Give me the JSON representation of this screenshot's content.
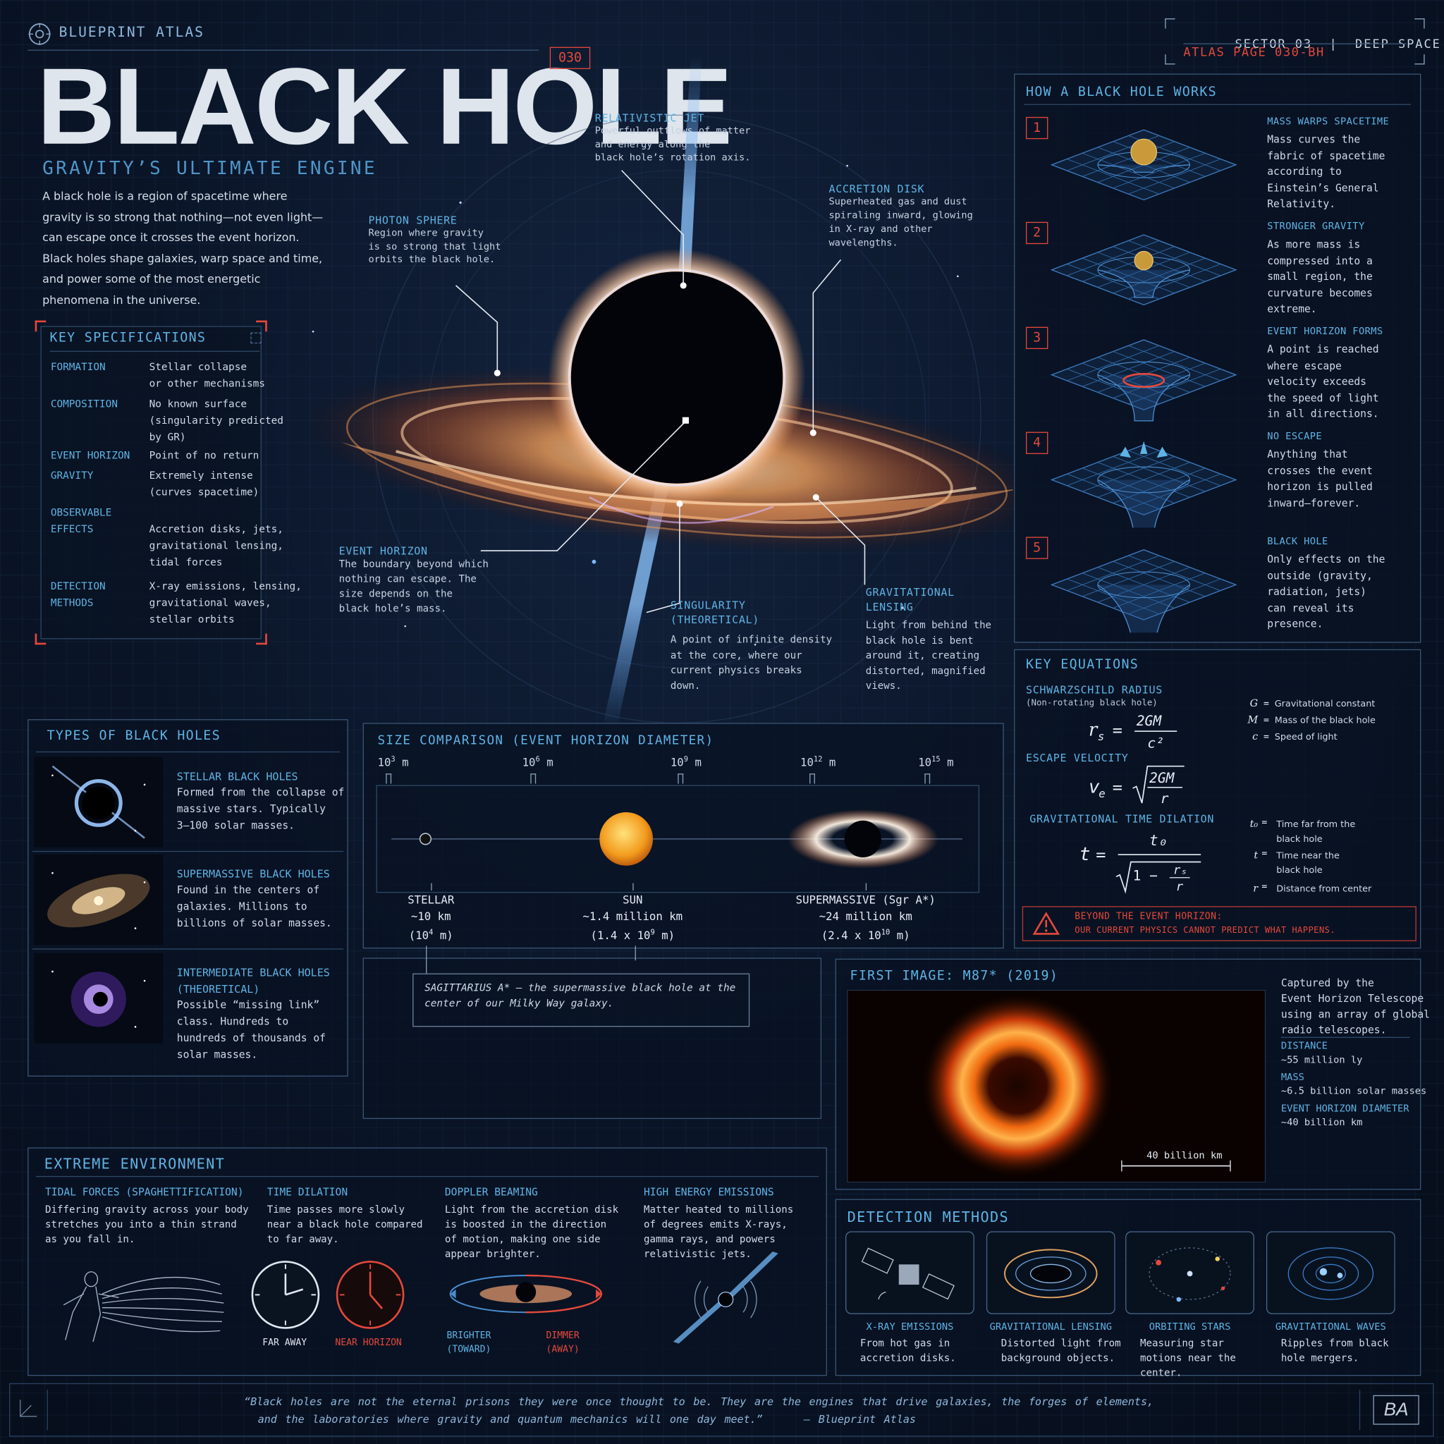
{
  "header": {
    "brand": "BLUEPRINT ATLAS",
    "title": "BLACK HOLE",
    "page_badge": "030",
    "subtitle": "GRAVITY’S ULTIMATE ENGINE",
    "intro": "A black hole is a region of spacetime where gravity is so strong that nothing—not even light—can escape once it crosses the event horizon. Black holes shape galaxies, warp space and time, and power some of the most energetic phenomena in the universe.",
    "sector": "SECTOR 03",
    "sector_sep": "|",
    "sector_name": "DEEP SPACE",
    "atlas_page": "ATLAS PAGE 030-BH"
  },
  "specs": {
    "title": "KEY SPECIFICATIONS",
    "rows": [
      {
        "label": "FORMATION",
        "value": "Stellar collapse\nor other mechanisms"
      },
      {
        "label": "COMPOSITION",
        "value": "No known surface\n(singularity predicted\nby GR)"
      },
      {
        "label": "EVENT HORIZON",
        "value": "Point of no return"
      },
      {
        "label": "GRAVITY",
        "value": "Extremely intense\n(curves spacetime)"
      },
      {
        "label": "OBSERVABLE\nEFFECTS",
        "value": "\nAccretion disks, jets,\ngravitational lensing,\ntidal forces"
      },
      {
        "label": "DETECTION\nMETHODS",
        "value": "X-ray emissions, lensing,\ngravitational waves,\nstellar orbits"
      }
    ]
  },
  "callouts": {
    "jet": {
      "title": "RELATIVISTIC JET",
      "text": "Powerful outflows of matter\nand energy along the\nblack hole’s rotation axis."
    },
    "photon": {
      "title": "PHOTON SPHERE",
      "text": "Region where gravity\nis so strong that light\norbits the black hole."
    },
    "disk": {
      "title": "ACCRETION DISK",
      "text": "Superheated gas and dust\nspiraling inward, glowing\nin X-ray and other\nwavelengths."
    },
    "horizon": {
      "title": "EVENT HORIZON",
      "text": "The boundary beyond which\nnothing can escape. The\nsize depends on the\nblack hole’s mass."
    },
    "singularity": {
      "title": "SINGULARITY\n(THEORETICAL)",
      "text": "A point of infinite density\nat the core, where our\ncurrent physics breaks\ndown."
    },
    "lensing": {
      "title": "GRAVITATIONAL\nLENSING",
      "text": "Light from behind the\nblack hole is bent\naround it, creating\ndistorted, magnified\nviews."
    }
  },
  "works": {
    "title": "HOW A BLACK HOLE WORKS",
    "steps": [
      {
        "n": "1",
        "title": "MASS WARPS SPACETIME",
        "text": "Mass curves the\nfabric of spacetime\naccording to\nEinstein’s General\nRelativity."
      },
      {
        "n": "2",
        "title": "STRONGER GRAVITY",
        "text": "As more mass is\ncompressed into a\nsmall region, the\ncurvature becomes\nextreme."
      },
      {
        "n": "3",
        "title": "EVENT HORIZON FORMS",
        "text": "A point is reached\nwhere escape\nvelocity exceeds\nthe speed of light\nin all directions."
      },
      {
        "n": "4",
        "title": "NO ESCAPE",
        "text": "Anything that\ncrosses the event\nhorizon is pulled\ninward—forever."
      },
      {
        "n": "5",
        "title": "BLACK HOLE",
        "text": "Only effects on the\noutside (gravity,\nradiation, jets)\ncan reveal its\npresence."
      }
    ]
  },
  "equations": {
    "title": "KEY EQUATIONS",
    "schwarz_title": "SCHWARZSCHILD RADIUS",
    "schwarz_sub": "(Non-rotating black hole)",
    "escape_title": "ESCAPE VELOCITY",
    "dilation_title": "GRAVITATIONAL TIME DILATION",
    "vars1": [
      {
        "sym": "G",
        "desc": "Gravitational constant"
      },
      {
        "sym": "M",
        "desc": "Mass of the black hole"
      },
      {
        "sym": "c",
        "desc": "Speed of light"
      }
    ],
    "vars2": [
      {
        "sym": "t₀",
        "desc": "Time far from the\nblack hole"
      },
      {
        "sym": "t",
        "desc": "Time near the\nblack hole"
      },
      {
        "sym": "r",
        "desc": "Distance from center"
      }
    ],
    "warning_1": "BEYOND THE EVENT HORIZON:",
    "warning_2": "OUR CURRENT PHYSICS CANNOT PREDICT WHAT HAPPENS."
  },
  "types": {
    "title": "TYPES OF BLACK HOLES",
    "items": [
      {
        "title": "STELLAR BLACK HOLES",
        "text": "Formed from the collapse of\nmassive stars. Typically\n3–100 solar masses."
      },
      {
        "title": "SUPERMASSIVE BLACK HOLES",
        "text": "Found in the centers of\ngalaxies. Millions to\nbillions of solar masses."
      },
      {
        "title": "INTERMEDIATE BLACK HOLES\n(THEORETICAL)",
        "text": "Possible “missing link”\nclass. Hundreds to\nhundreds of thousands of\nsolar masses."
      }
    ]
  },
  "size": {
    "title": "SIZE COMPARISON (EVENT HORIZON DIAMETER)",
    "scale": [
      {
        "base": "10",
        "exp": "3",
        "unit": " m"
      },
      {
        "base": "10",
        "exp": "6",
        "unit": " m"
      },
      {
        "base": "10",
        "exp": "9",
        "unit": " m"
      },
      {
        "base": "10",
        "exp": "12",
        "unit": " m"
      },
      {
        "base": "10",
        "exp": "15",
        "unit": " m"
      }
    ],
    "objects": [
      {
        "name": "STELLAR",
        "size": "~10 km",
        "sci_pre": "(10",
        "sci_exp": "4",
        "sci_post": " m)"
      },
      {
        "name": "SUN",
        "size": "~1.4 million km",
        "sci_pre": "(1.4 x 10",
        "sci_exp": "9",
        "sci_post": " m)"
      },
      {
        "name": "SUPERMASSIVE (Sgr A*)",
        "size": "~24 million km",
        "sci_pre": "(2.4 x 10",
        "sci_exp": "10",
        "sci_post": " m)"
      }
    ],
    "note": "SAGITTARIUS A* – the supermassive black hole at the\ncenter of our Milky Way galaxy."
  },
  "first_image": {
    "title": "FIRST IMAGE: M87* (2019)",
    "caption": "Captured by the\nEvent Horizon Telescope\nusing an array of global\nradio telescopes.",
    "facts": [
      {
        "label": "DISTANCE",
        "value": "~55 million ly"
      },
      {
        "label": "MASS",
        "value": "~6.5 billion solar masses"
      },
      {
        "label": "EVENT HORIZON DIAMETER",
        "value": "~40 billion km"
      }
    ],
    "scale_bar": "40 billion km"
  },
  "extreme": {
    "title": "EXTREME ENVIRONMENT",
    "items": [
      {
        "title": "TIDAL FORCES (SPAGHETTIFICATION)",
        "text": "Differing gravity across your body\nstretches you into a thin strand\nas you fall in."
      },
      {
        "title": "TIME DILATION",
        "text": "Time passes more slowly\nnear a black hole compared\nto far away."
      },
      {
        "title": "DOPPLER BEAMING",
        "text": "Light from the accretion disk\nis boosted in the direction\nof motion, making one side\nappear brighter."
      },
      {
        "title": "HIGH ENERGY EMISSIONS",
        "text": "Matter heated to millions\nof degrees emits X-rays,\ngamma rays, and powers\nrelativistic jets."
      }
    ],
    "far_away": "FAR AWAY",
    "near_horizon": "NEAR HORIZON",
    "brighter": "BRIGHTER\n(TOWARD)",
    "dimmer": "DIMMER\n(AWAY)"
  },
  "detection": {
    "title": "DETECTION METHODS",
    "items": [
      {
        "title": "X-RAY EMISSIONS",
        "text": "From hot gas in\naccretion disks."
      },
      {
        "title": "GRAVITATIONAL LENSING",
        "text": "Distorted light from\nbackground objects."
      },
      {
        "title": "ORBITING STARS",
        "text": "Measuring star\nmotions near the\ncenter."
      },
      {
        "title": "GRAVITATIONAL WAVES",
        "text": "Ripples from black\nhole mergers."
      }
    ]
  },
  "footer": {
    "quote_1": "“Black holes are not the eternal prisons they were once thought to be. They are the engines that drive galaxies, the forges of elements,",
    "quote_2": "and the laboratories where gravity and quantum mechanics will one day meet.”",
    "attribution": "— Blueprint Atlas",
    "logo": "BA"
  },
  "colors": {
    "accent": "#5fb3e4",
    "alert": "#e5483b",
    "background": "#07101f",
    "disk": "#f08a3a"
  }
}
